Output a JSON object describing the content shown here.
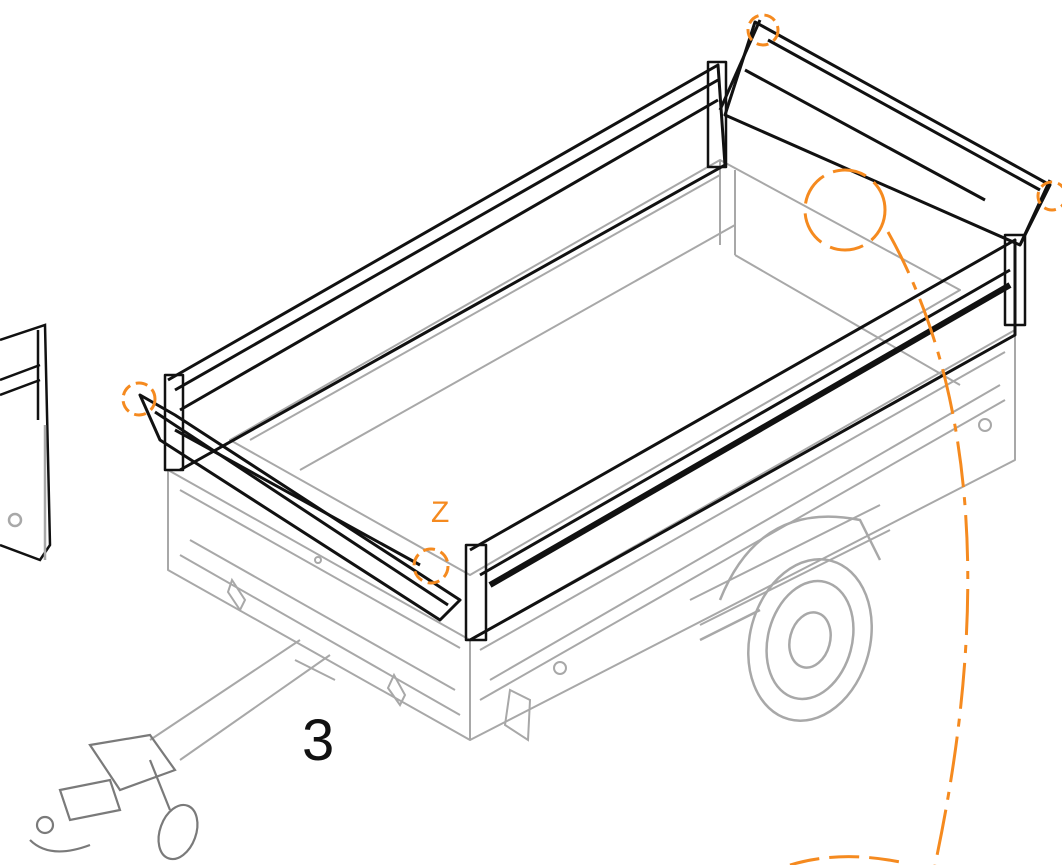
{
  "diagram": {
    "step_number": "3",
    "callout_letter": "Z"
  },
  "colors": {
    "highlight": "#f58a1f",
    "line_dark": "#111111",
    "line_light": "#a8a8a8",
    "background": "#ffffff"
  },
  "icons": [
    "trailer-illustration",
    "wheel-icon",
    "hitch-coupling-icon",
    "jockey-wheel-icon",
    "highlight-circle-icon"
  ]
}
